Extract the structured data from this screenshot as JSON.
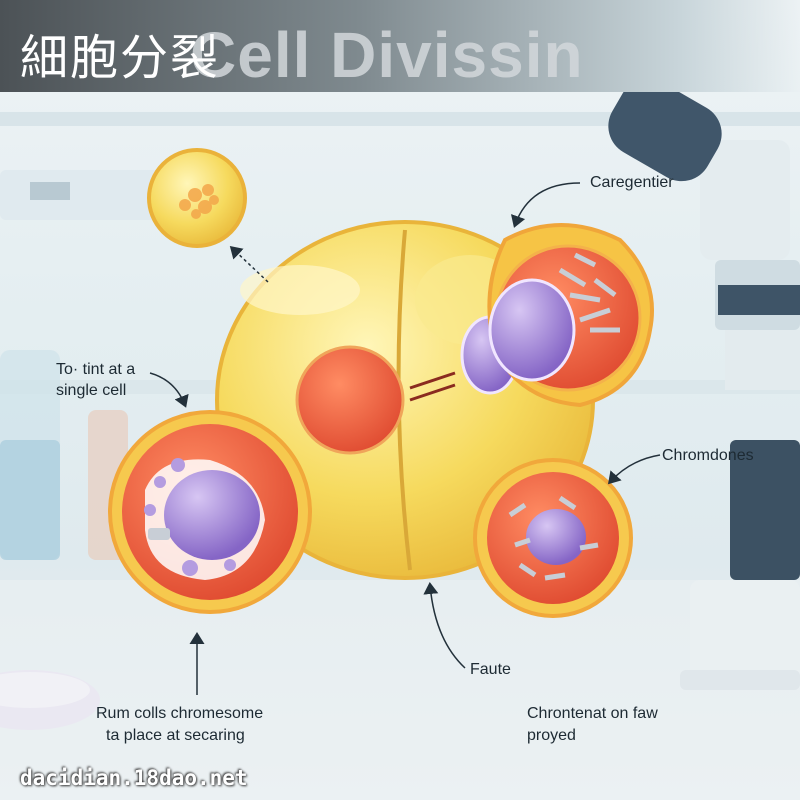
{
  "header": {
    "title_cn": "細胞分裂",
    "title_en": "Cell Divissin"
  },
  "labels": {
    "top_right": "Caregentier",
    "left_1": "To· tint at a",
    "left_2": "single cell",
    "right_mid": "Chromdones",
    "bottom_mid": "Faute",
    "bottom_left_1": "Rum colls chromesome",
    "bottom_left_2": "ta place at secaring",
    "bottom_right_1": "Chrontenat on faw",
    "bottom_right_2": "proyed"
  },
  "watermark": "dacidian.18dao.net",
  "colors": {
    "cell_yellow": "#f5d85a",
    "nucleus_red": "#e7553a",
    "chromosome_purple": "#9b7fd0",
    "cell_rim": "#f3b63a"
  }
}
